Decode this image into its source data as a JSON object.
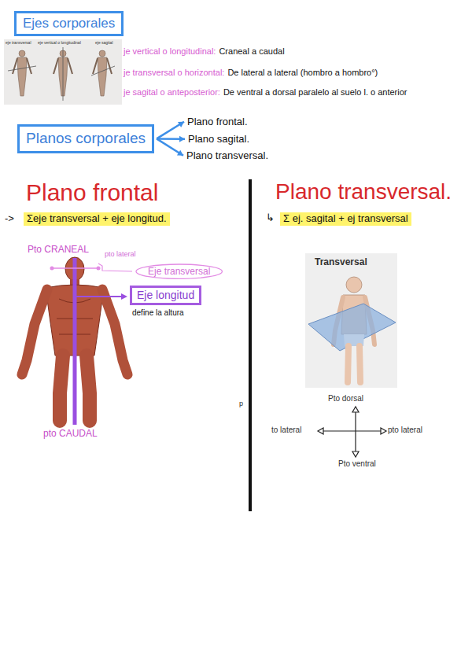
{
  "diagram": {
    "nodes": [
      {
        "text": [
          "Ejes corporales"
        ]
      },
      {
        "text": [
          "Planos corporales"
        ]
      },
      {
        "text": [
          "Plano frontal."
        ]
      },
      {
        "text": [
          "Plano sagital."
        ]
      },
      {
        "text": [
          "Plano transversal."
        ]
      },
      {
        "text": [
          "Eje transversal"
        ]
      },
      {
        "text": [
          "Eje longitud"
        ]
      }
    ],
    "edges": [
      {
        "from": 1,
        "to": 2,
        "arrow": "to"
      },
      {
        "from": 1,
        "to": 3,
        "arrow": "to"
      },
      {
        "from": 1,
        "to": 4,
        "arrow": "to"
      }
    ],
    "labels": [
      "eje transversal",
      "eje vertical o longitudinal",
      "eje sagital",
      "je vertical o longitudinal:",
      "Craneal a caudal",
      "je transversal o horizontal:",
      "De lateral a lateral (hombro a hombro°)",
      "je sagital o anteposterior:",
      "De ventral a dorsal paralelo al suelo l. o anterior",
      "Plano frontal",
      "Plano transversal.",
      "->",
      "Σeje transversal + eje longitud.",
      "↳",
      "Σ ej. sagital + ej transversal",
      "Pto CRANEAL",
      "pto lateral",
      "define la altura",
      "pto CAUDAL",
      "Transversal",
      "Pto dorsal",
      "to lateral",
      "pto lateral",
      "Pto ventral",
      "p"
    ]
  }
}
